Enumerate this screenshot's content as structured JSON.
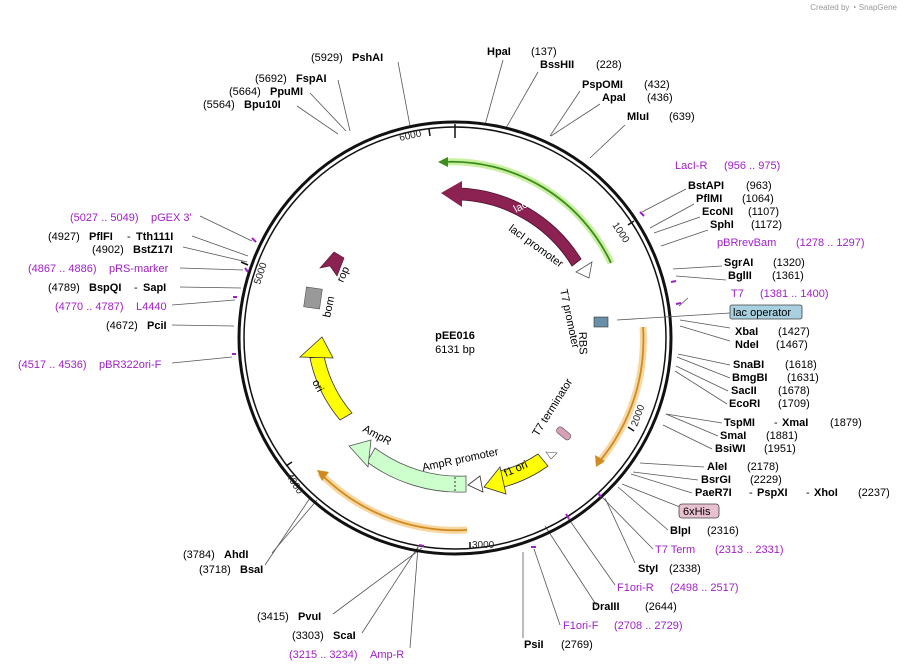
{
  "credit": {
    "text": "Created by",
    "brand": "SnapGene"
  },
  "plasmid": {
    "name": "pEE016",
    "size_label": "6131 bp",
    "length": 6131
  },
  "ticks": [
    "1000",
    "2000",
    "3000",
    "4000",
    "5000",
    "6000"
  ],
  "features": [
    {
      "name": "lacI",
      "color": "#8b2252"
    },
    {
      "name": "lacI promoter",
      "color": "#ffffff"
    },
    {
      "name": "T7 promoter",
      "color": "#ffffff"
    },
    {
      "name": "RBS",
      "color": "#ffffff"
    },
    {
      "name": "T7 terminator",
      "color": "#ffffff"
    },
    {
      "name": "f1 ori",
      "color": "#ffff00"
    },
    {
      "name": "AmpR promoter",
      "color": "#ffffff"
    },
    {
      "name": "AmpR",
      "color": "#ccffcc"
    },
    {
      "name": "ori",
      "color": "#ffff00"
    },
    {
      "name": "bom",
      "color": "#999999"
    },
    {
      "name": "rop",
      "color": "#8b2252"
    }
  ],
  "feature_boxes": {
    "lac_operator": "lac operator",
    "his_tag": "6xHis"
  },
  "sites": {
    "pshai": {
      "name": "PshAI",
      "pos": "(5929)"
    },
    "fspai": {
      "name": "FspAI",
      "pos": "(5692)"
    },
    "ppumi": {
      "name": "PpuMI",
      "pos": "(5664)"
    },
    "bpu10i": {
      "name": "Bpu10I",
      "pos": "(5564)"
    },
    "hpai": {
      "name": "HpaI",
      "pos": "(137)"
    },
    "bsshii": {
      "name": "BssHII",
      "pos": "(228)"
    },
    "pspomi": {
      "name": "PspOMI",
      "pos": "(432)"
    },
    "apai": {
      "name": "ApaI",
      "pos": "(436)"
    },
    "mlui": {
      "name": "MluI",
      "pos": "(639)"
    },
    "bstapi": {
      "name": "BstAPI",
      "pos": "(963)"
    },
    "pflmi": {
      "name": "PflMI",
      "pos": "(1064)"
    },
    "econi": {
      "name": "EcoNI",
      "pos": "(1107)"
    },
    "sphi": {
      "name": "SphI",
      "pos": "(1172)"
    },
    "sgrai": {
      "name": "SgrAI",
      "pos": "(1320)"
    },
    "bglii": {
      "name": "BglII",
      "pos": "(1361)"
    },
    "xbai": {
      "name": "XbaI",
      "pos": "(1427)"
    },
    "ndei": {
      "name": "NdeI",
      "pos": "(1467)"
    },
    "snabi": {
      "name": "SnaBI",
      "pos": "(1618)"
    },
    "bmgbi": {
      "name": "BmgBI",
      "pos": "(1631)"
    },
    "sacii": {
      "name": "SacII",
      "pos": "(1678)"
    },
    "ecori": {
      "name": "EcoRI",
      "pos": "(1709)"
    },
    "tspmi": {
      "name": "TspMI",
      "sep": "-",
      "name2": "XmaI",
      "pos": "(1879)"
    },
    "smai": {
      "name": "SmaI",
      "pos": "(1881)"
    },
    "bsiwi": {
      "name": "BsiWI",
      "pos": "(1951)"
    },
    "alei": {
      "name": "AleI",
      "pos": "(2178)"
    },
    "bsrgi": {
      "name": "BsrGI",
      "pos": "(2229)"
    },
    "paer7i": {
      "name": "PaeR7I",
      "sep": "-",
      "name2": "PspXI",
      "sep2": "-",
      "name3": "XhoI",
      "pos": "(2237)"
    },
    "blpi": {
      "name": "BlpI",
      "pos": "(2316)"
    },
    "styi": {
      "name": "StyI",
      "pos": "(2338)"
    },
    "draiii": {
      "name": "DraIII",
      "pos": "(2644)"
    },
    "psii": {
      "name": "PsiI",
      "pos": "(2769)"
    },
    "pvui": {
      "name": "PvuI",
      "pos": "(3415)"
    },
    "scai": {
      "name": "ScaI",
      "pos": "(3303)"
    },
    "ahdi": {
      "name": "AhdI",
      "pos": "(3784)"
    },
    "bsai": {
      "name": "BsaI",
      "pos": "(3718)"
    },
    "pflfi": {
      "name": "PflFI",
      "sep": "-",
      "name2": "Tth111I",
      "pos": "(4927)"
    },
    "bstz17i": {
      "name": "BstZ17I",
      "pos": "(4902)"
    },
    "bspqi": {
      "name": "BspQI",
      "sep": "-",
      "name2": "SapI",
      "pos": "(4789)"
    },
    "pcii": {
      "name": "PciI",
      "pos": "(4672)"
    }
  },
  "primers": {
    "laci_r": {
      "name": "LacI-R",
      "range": "(956 .. 975)"
    },
    "pbrrevbam": {
      "name": "pBRrevBam",
      "range": "(1278 .. 1297)"
    },
    "t7": {
      "name": "T7",
      "range": "(1381 .. 1400)"
    },
    "t7term": {
      "name": "T7 Term",
      "range": "(2313 .. 2331)"
    },
    "f1ori_r": {
      "name": "F1ori-R",
      "range": "(2498 .. 2517)"
    },
    "f1ori_f": {
      "name": "F1ori-F",
      "range": "(2708 .. 2729)"
    },
    "amp_r": {
      "name": "Amp-R",
      "range": "(3215 .. 3234)"
    },
    "pgex3": {
      "name": "pGEX 3'",
      "range": "(5027 .. 5049)"
    },
    "prs_marker": {
      "name": "pRS-marker",
      "range": "(4867 .. 4886)"
    },
    "l4440": {
      "name": "L4440",
      "range": "(4770 .. 4787)"
    },
    "pbr322ori_f": {
      "name": "pBR322ori-F",
      "range": "(4517 .. 4536)"
    }
  }
}
